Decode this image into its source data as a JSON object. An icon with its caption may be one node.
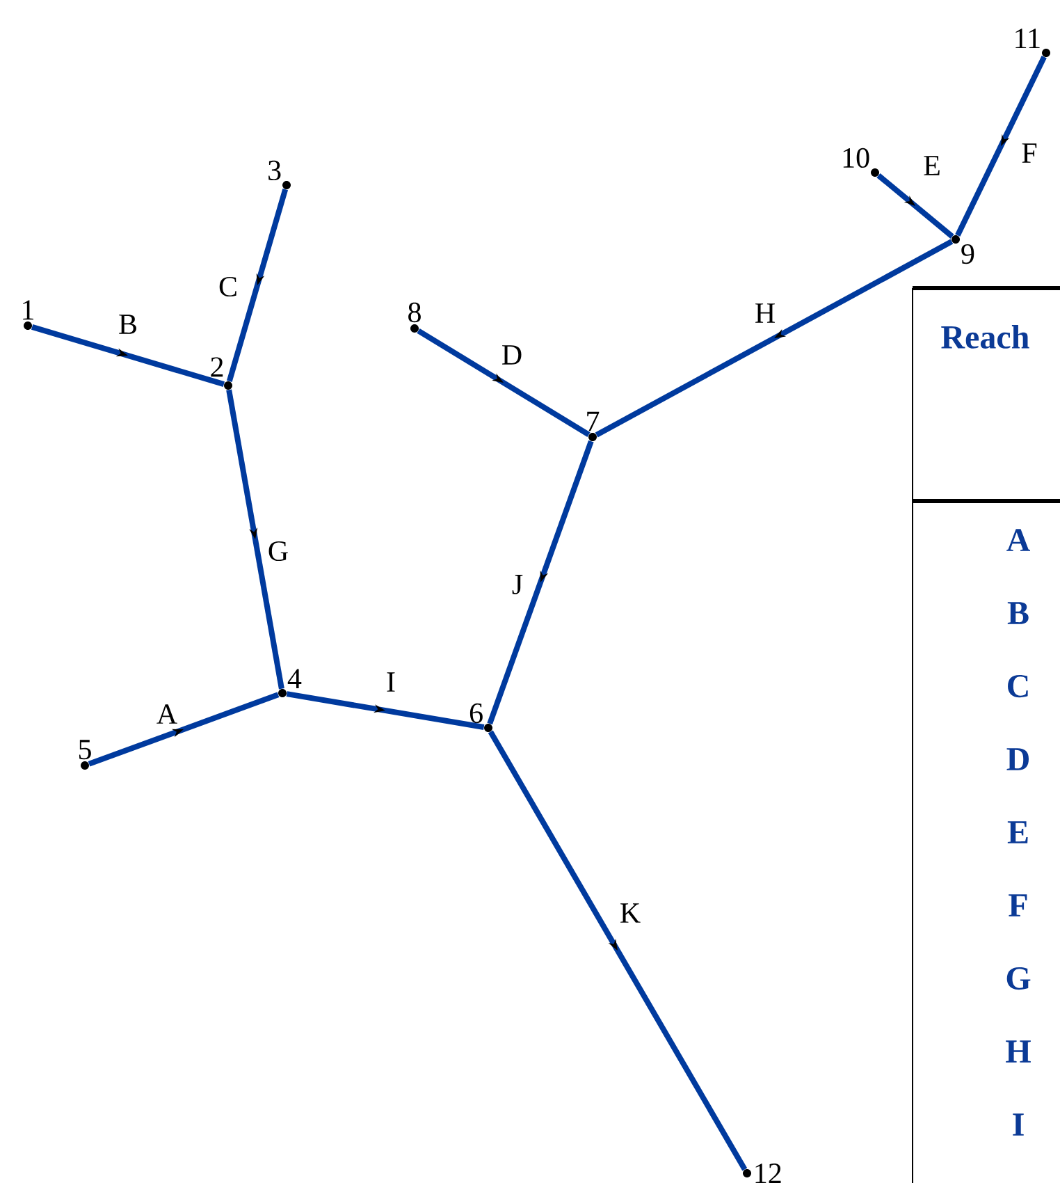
{
  "diagram": {
    "nodes": [
      {
        "text": [
          "1"
        ]
      },
      {
        "text": [
          "2"
        ]
      },
      {
        "text": [
          "3"
        ]
      },
      {
        "text": [
          "4"
        ]
      },
      {
        "text": [
          "5"
        ]
      },
      {
        "text": [
          "6"
        ]
      },
      {
        "text": [
          "7"
        ]
      },
      {
        "text": [
          "8"
        ]
      },
      {
        "text": [
          "9"
        ]
      },
      {
        "text": [
          "10"
        ]
      },
      {
        "text": [
          "11"
        ]
      },
      {
        "text": [
          "12"
        ]
      }
    ],
    "edges": [
      {
        "from": 4,
        "to": 3,
        "arrow": "to",
        "label": "A"
      },
      {
        "from": 0,
        "to": 1,
        "arrow": "to",
        "label": "B"
      },
      {
        "from": 2,
        "to": 1,
        "arrow": "to",
        "label": "C"
      },
      {
        "from": 7,
        "to": 6,
        "arrow": "to",
        "label": "D"
      },
      {
        "from": 9,
        "to": 8,
        "arrow": "to",
        "label": "E"
      },
      {
        "from": 10,
        "to": 8,
        "arrow": "to",
        "label": "F"
      },
      {
        "from": 1,
        "to": 3,
        "arrow": "to",
        "label": "G"
      },
      {
        "from": 8,
        "to": 6,
        "arrow": "to",
        "label": "H"
      },
      {
        "from": 3,
        "to": 5,
        "arrow": "to",
        "label": "I"
      },
      {
        "from": 6,
        "to": 5,
        "arrow": "to",
        "label": "J"
      },
      {
        "from": 5,
        "to": 11,
        "arrow": "to",
        "label": "K"
      }
    ],
    "labels": [
      "Reach",
      "A",
      "B",
      "C",
      "D",
      "E",
      "F",
      "G",
      "H",
      "I"
    ]
  }
}
